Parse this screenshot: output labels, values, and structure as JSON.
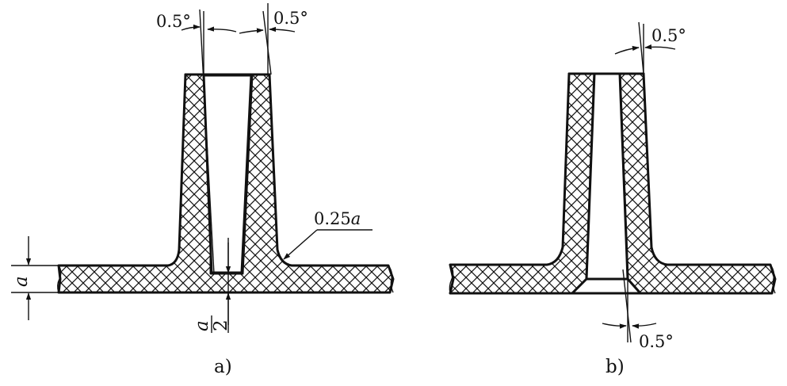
{
  "figure_a": {
    "caption": "a)",
    "angle_left": "0.5°",
    "angle_right": "0.5°",
    "radius_prefix": "0.25",
    "radius_var": "a",
    "wall_var": "a",
    "bottom_num": "a",
    "bottom_den": "2"
  },
  "figure_b": {
    "caption": "b)",
    "angle_top": "0.5°",
    "angle_bottom": "0.5°"
  }
}
